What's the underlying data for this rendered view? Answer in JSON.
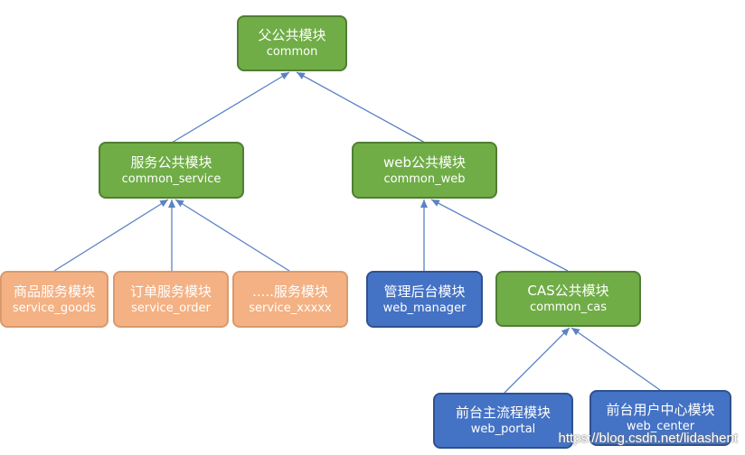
{
  "colors": {
    "green": "#70ad47",
    "orange": "#f4b183",
    "blue": "#4472c4",
    "connector": "#5b82c4"
  },
  "nodes": {
    "common": {
      "cn": "父公共模块",
      "en": "common"
    },
    "common_service": {
      "cn": "服务公共模块",
      "en": "common_service"
    },
    "common_web": {
      "cn": "web公共模块",
      "en": "common_web"
    },
    "service_goods": {
      "cn": "商品服务模块",
      "en": "service_goods"
    },
    "service_order": {
      "cn": "订单服务模块",
      "en": "service_order"
    },
    "service_xxxxx": {
      "cn": ".....服务模块",
      "en": "service_xxxxx"
    },
    "web_manager": {
      "cn": "管理后台模块",
      "en": "web_manager"
    },
    "common_cas": {
      "cn": "CAS公共模块",
      "en": "common_cas"
    },
    "web_portal": {
      "cn": "前台主流程模块",
      "en": "web_portal"
    },
    "web_center": {
      "cn": "前台用户中心模块",
      "en": "web_center"
    }
  },
  "watermark": "https://blog.csdn.net/lidashent"
}
